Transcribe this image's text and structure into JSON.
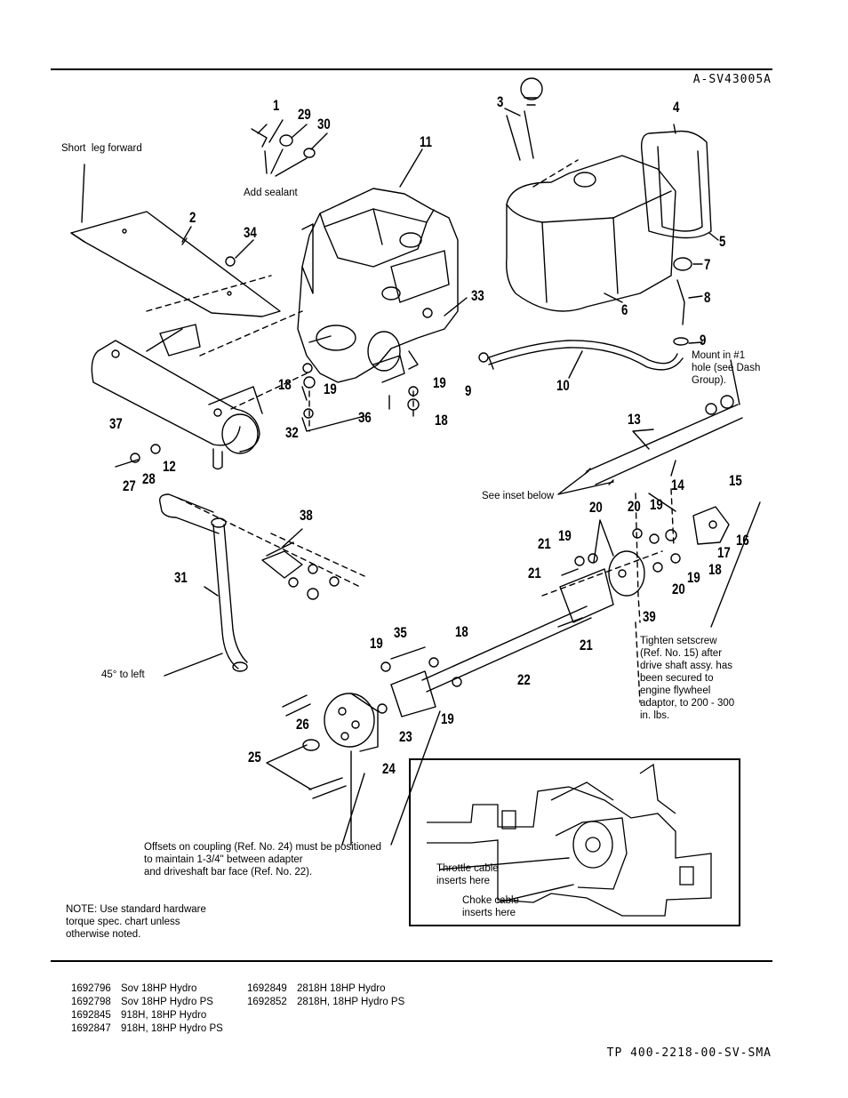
{
  "header": {
    "drawing_code": "A-SV43005A"
  },
  "footer": {
    "page_code": "TP 400-2218-00-SV-SMA"
  },
  "callouts": [
    {
      "id": "c1",
      "label": "1"
    },
    {
      "id": "c29",
      "label": "29"
    },
    {
      "id": "c30",
      "label": "30"
    },
    {
      "id": "c11",
      "label": "11"
    },
    {
      "id": "c2",
      "label": "2"
    },
    {
      "id": "c34",
      "label": "34"
    },
    {
      "id": "c3",
      "label": "3"
    },
    {
      "id": "c4",
      "label": "4"
    },
    {
      "id": "c5",
      "label": "5"
    },
    {
      "id": "c7",
      "label": "7"
    },
    {
      "id": "c8",
      "label": "8"
    },
    {
      "id": "c6",
      "label": "6"
    },
    {
      "id": "c33",
      "label": "33"
    },
    {
      "id": "c9a",
      "label": "9"
    },
    {
      "id": "c9b",
      "label": "9"
    },
    {
      "id": "c10",
      "label": "10"
    },
    {
      "id": "c18a",
      "label": "18"
    },
    {
      "id": "c19a",
      "label": "19"
    },
    {
      "id": "c19b",
      "label": "19"
    },
    {
      "id": "c32",
      "label": "32"
    },
    {
      "id": "c36",
      "label": "36"
    },
    {
      "id": "c18b",
      "label": "18"
    },
    {
      "id": "c37",
      "label": "37"
    },
    {
      "id": "c12",
      "label": "12"
    },
    {
      "id": "c27",
      "label": "27"
    },
    {
      "id": "c28",
      "label": "28"
    },
    {
      "id": "c13",
      "label": "13"
    },
    {
      "id": "c14",
      "label": "14"
    },
    {
      "id": "c15",
      "label": "15"
    },
    {
      "id": "c16",
      "label": "16"
    },
    {
      "id": "c17",
      "label": "17"
    },
    {
      "id": "c38",
      "label": "38"
    },
    {
      "id": "c20a",
      "label": "20"
    },
    {
      "id": "c20b",
      "label": "20"
    },
    {
      "id": "c19c",
      "label": "19"
    },
    {
      "id": "c21a",
      "label": "21"
    },
    {
      "id": "c19d",
      "label": "19"
    },
    {
      "id": "c18c",
      "label": "18"
    },
    {
      "id": "c21b",
      "label": "21"
    },
    {
      "id": "c39",
      "label": "39"
    },
    {
      "id": "c20c",
      "label": "20"
    },
    {
      "id": "c19e",
      "label": "19"
    },
    {
      "id": "c31",
      "label": "31"
    },
    {
      "id": "c21c",
      "label": "21"
    },
    {
      "id": "c19f",
      "label": "19"
    },
    {
      "id": "c35",
      "label": "35"
    },
    {
      "id": "c18d",
      "label": "18"
    },
    {
      "id": "c22",
      "label": "22"
    },
    {
      "id": "c19g",
      "label": "19"
    },
    {
      "id": "c26",
      "label": "26"
    },
    {
      "id": "c23",
      "label": "23"
    },
    {
      "id": "c25",
      "label": "25"
    },
    {
      "id": "c24",
      "label": "24"
    }
  ],
  "notes": {
    "short_leg": "Short  leg forward",
    "add_sealant": "Add sealant",
    "mount_in": "Mount in #1\nhole (see Dash\nGroup).",
    "see_inset": "See inset below",
    "tighten": "Tighten setscrew\n(Ref. No. 15) after\ndrive shaft assy. has\nbeen secured to\nengine flywheel\nadaptor, to 200 - 300\nin. lbs.",
    "deg45": "45° to left",
    "offsets": "Offsets on coupling (Ref. No. 24) must be positioned\nto maintain 1-3/4\" between adapter\nand driveshaft bar face (Ref. No. 22).",
    "throttle": "Throttle cable\ninserts here",
    "choke": "Choke cable\ninserts here",
    "torque": "NOTE: Use standard hardware\ntorque spec. chart unless\notherwise noted."
  },
  "models_left": [
    {
      "number": "1692796",
      "desc": "Sov 18HP Hydro"
    },
    {
      "number": "1692798",
      "desc": "Sov 18HP Hydro PS"
    },
    {
      "number": "1692845",
      "desc": "918H, 18HP Hydro"
    },
    {
      "number": "1692847",
      "desc": "918H, 18HP Hydro PS"
    }
  ],
  "models_right": [
    {
      "number": "1692849",
      "desc": "2818H 18HP Hydro"
    },
    {
      "number": "1692852",
      "desc": "2818H, 18HP Hydro PS"
    }
  ]
}
